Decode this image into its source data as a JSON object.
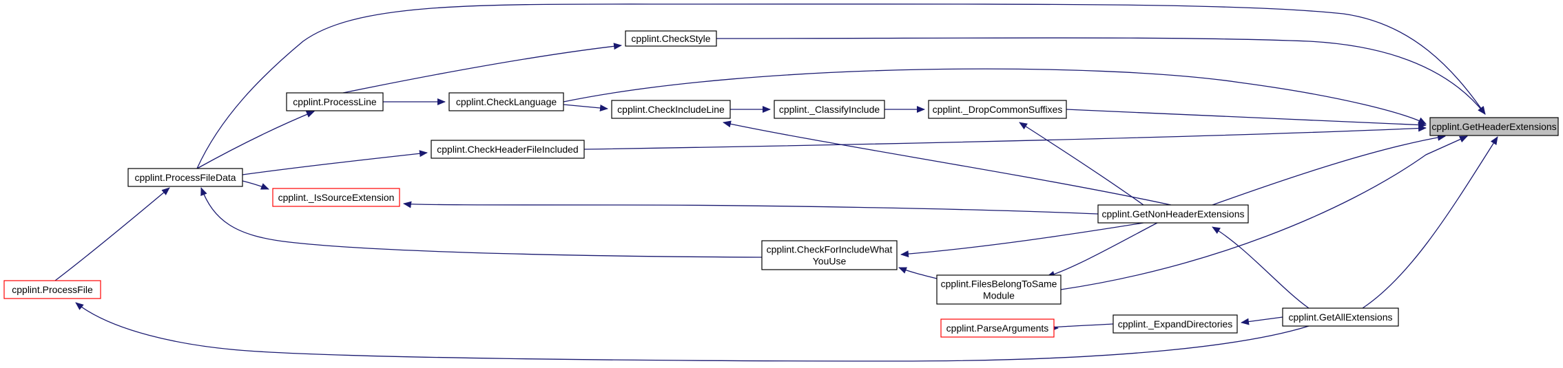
{
  "colors": {
    "edge": "#191970",
    "box_border": "#000000",
    "box_border_incomplete": "#ff0000",
    "focus_fill": "#bfbfbf",
    "box_fill": "#ffffff"
  },
  "nodes": {
    "get_header_extensions": {
      "lines": [
        "cpplint.GetHeaderExtensions"
      ],
      "style": "focus"
    },
    "check_style": {
      "lines": [
        "cpplint.CheckStyle"
      ],
      "style": "normal"
    },
    "process_line": {
      "lines": [
        "cpplint.ProcessLine"
      ],
      "style": "normal"
    },
    "check_language": {
      "lines": [
        "cpplint.CheckLanguage"
      ],
      "style": "normal"
    },
    "check_include_line": {
      "lines": [
        "cpplint.CheckIncludeLine"
      ],
      "style": "normal"
    },
    "classify_include": {
      "lines": [
        "cpplint._ClassifyInclude"
      ],
      "style": "normal"
    },
    "drop_common_suffixes": {
      "lines": [
        "cpplint._DropCommonSuffixes"
      ],
      "style": "normal"
    },
    "check_header_file_included": {
      "lines": [
        "cpplint.CheckHeaderFileIncluded"
      ],
      "style": "normal"
    },
    "process_file_data": {
      "lines": [
        "cpplint.ProcessFileData"
      ],
      "style": "normal"
    },
    "is_source_extension": {
      "lines": [
        "cpplint._IsSourceExtension"
      ],
      "style": "incomplete"
    },
    "get_non_header_extensions": {
      "lines": [
        "cpplint.GetNonHeaderExtensions"
      ],
      "style": "normal"
    },
    "check_for_include_what_you_use": {
      "lines": [
        "cpplint.CheckForIncludeWhat",
        "YouUse"
      ],
      "style": "normal"
    },
    "files_belong_to_same_module": {
      "lines": [
        "cpplint.FilesBelongToSame",
        "Module"
      ],
      "style": "normal"
    },
    "process_file": {
      "lines": [
        "cpplint.ProcessFile"
      ],
      "style": "incomplete"
    },
    "parse_arguments": {
      "lines": [
        "cpplint.ParseArguments"
      ],
      "style": "incomplete"
    },
    "expand_directories": {
      "lines": [
        "cpplint._ExpandDirectories"
      ],
      "style": "normal"
    },
    "get_all_extensions": {
      "lines": [
        "cpplint.GetAllExtensions"
      ],
      "style": "normal"
    }
  },
  "edges": [
    {
      "from": "check_style",
      "to": "get_header_extensions"
    },
    {
      "from": "process_file_data",
      "to": "get_header_extensions"
    },
    {
      "from": "check_language",
      "to": "get_header_extensions"
    },
    {
      "from": "drop_common_suffixes",
      "to": "get_header_extensions"
    },
    {
      "from": "check_header_file_included",
      "to": "get_header_extensions"
    },
    {
      "from": "get_non_header_extensions",
      "to": "get_header_extensions"
    },
    {
      "from": "files_belong_to_same_module",
      "to": "get_header_extensions"
    },
    {
      "from": "get_all_extensions",
      "to": "get_header_extensions"
    },
    {
      "from": "process_line",
      "to": "check_style"
    },
    {
      "from": "process_line",
      "to": "check_language"
    },
    {
      "from": "check_language",
      "to": "check_include_line"
    },
    {
      "from": "check_include_line",
      "to": "classify_include"
    },
    {
      "from": "classify_include",
      "to": "drop_common_suffixes"
    },
    {
      "from": "process_file_data",
      "to": "process_line"
    },
    {
      "from": "process_file_data",
      "to": "check_header_file_included"
    },
    {
      "from": "process_file_data",
      "to": "is_source_extension"
    },
    {
      "from": "check_for_include_what_you_use",
      "to": "process_file_data"
    },
    {
      "from": "process_file",
      "to": "process_file_data"
    },
    {
      "from": "get_all_extensions",
      "to": "process_file"
    },
    {
      "from": "get_non_header_extensions",
      "to": "is_source_extension"
    },
    {
      "from": "get_non_header_extensions",
      "to": "check_include_line"
    },
    {
      "from": "get_non_header_extensions",
      "to": "drop_common_suffixes"
    },
    {
      "from": "get_non_header_extensions",
      "to": "check_for_include_what_you_use"
    },
    {
      "from": "get_non_header_extensions",
      "to": "files_belong_to_same_module"
    },
    {
      "from": "files_belong_to_same_module",
      "to": "check_for_include_what_you_use"
    },
    {
      "from": "get_all_extensions",
      "to": "get_non_header_extensions"
    },
    {
      "from": "get_all_extensions",
      "to": "expand_directories"
    },
    {
      "from": "expand_directories",
      "to": "parse_arguments"
    }
  ]
}
